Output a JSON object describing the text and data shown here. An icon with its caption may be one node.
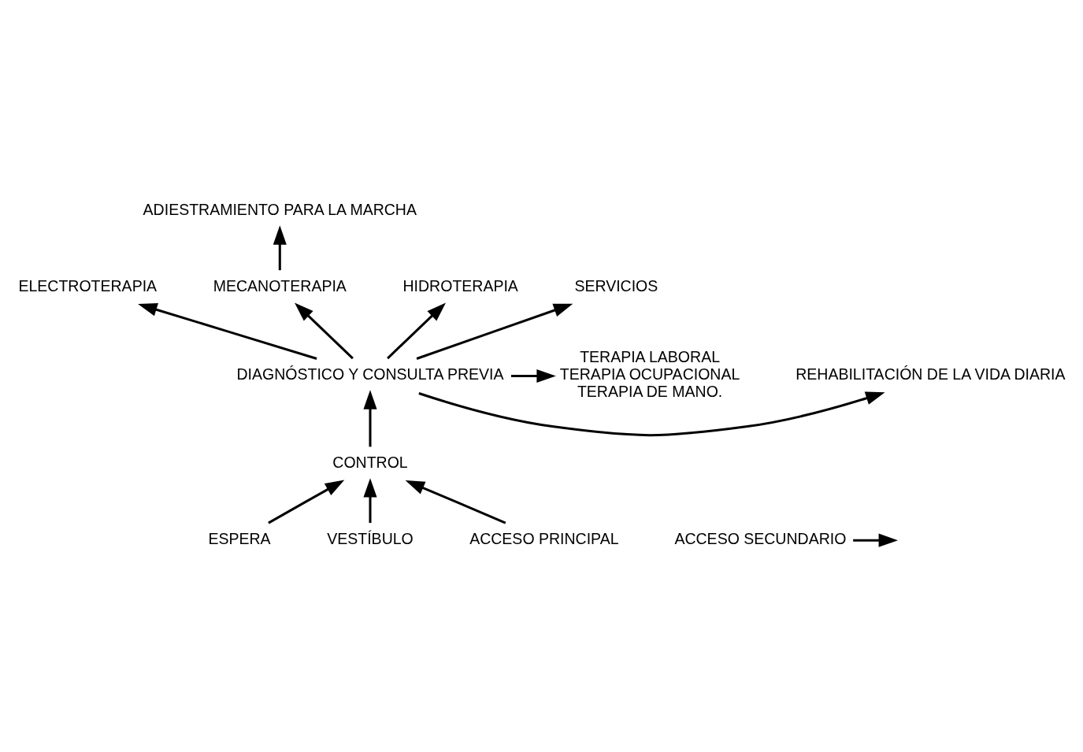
{
  "diagram": {
    "nodes": [
      {
        "text": [
          "ADIESTRAMIENTO PARA LA MARCHA"
        ]
      },
      {
        "text": [
          "ELECTROTERAPIA"
        ]
      },
      {
        "text": [
          "MECANOTERAPIA"
        ]
      },
      {
        "text": [
          "HIDROTERAPIA"
        ]
      },
      {
        "text": [
          "SERVICIOS"
        ]
      },
      {
        "text": [
          "ACCESO SECUNDARIO"
        ]
      },
      {
        "text": [
          "REHABILITACIÓN DE LA VIDA DIARIA"
        ]
      },
      {
        "text": [
          "DIAGNÓSTICO Y CONSULTA PREVIA"
        ]
      },
      {
        "text": [
          "TERAPIA LABORAL",
          "TERAPIA OCUPACIONAL",
          "TERAPIA DE MANO."
        ]
      },
      {
        "text": [
          "CONTROL"
        ]
      },
      {
        "text": [
          "ESPERA"
        ]
      },
      {
        "text": [
          "VESTÍBULO"
        ]
      },
      {
        "text": [
          "ACCESO PRINCIPAL"
        ]
      }
    ],
    "edges": [
      {
        "from": 2,
        "to": 0,
        "arrow": "to"
      },
      {
        "from": 7,
        "to": 1,
        "arrow": "to"
      },
      {
        "from": 7,
        "to": 2,
        "arrow": "to"
      },
      {
        "from": 7,
        "to": 3,
        "arrow": "to"
      },
      {
        "from": 7,
        "to": 4,
        "arrow": "to"
      },
      {
        "from": 5,
        "to": null,
        "arrow": "to"
      },
      {
        "from": 7,
        "to": 6,
        "arrow": "to"
      },
      {
        "from": 7,
        "to": 8,
        "arrow": "to"
      },
      {
        "from": 9,
        "to": 7,
        "arrow": "to"
      },
      {
        "from": 10,
        "to": 9,
        "arrow": "to"
      },
      {
        "from": 11,
        "to": 9,
        "arrow": "to"
      },
      {
        "from": 12,
        "to": 9,
        "arrow": "to"
      }
    ]
  }
}
